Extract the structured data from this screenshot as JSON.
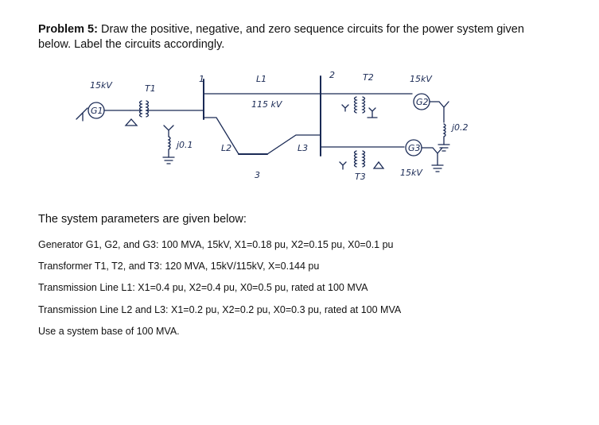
{
  "problem": {
    "label": "Problem 5:",
    "text": " Draw the positive, negative, and zero sequence circuits for the power system given below. Label the circuits accordingly."
  },
  "diagram": {
    "g1_voltage": "15kV",
    "g1_label": "G1",
    "t1_label": "T1",
    "bus1": "1",
    "l1_label": "L1",
    "l1_voltage": "115 kV",
    "bus2": "2",
    "t2_label": "T2",
    "g2_voltage": "15kV",
    "g2_label": "G2",
    "z_g1_ground": "j0.1",
    "l2_label": "L2",
    "l3_label": "L3",
    "bus3": "3",
    "g3_label": "G3",
    "t3_label": "T3",
    "g3_voltage": "15kV",
    "z_g2_ground": "j0.2"
  },
  "params": {
    "title": "The system parameters are given below:",
    "lines": [
      "Generator G1, G2, and G3: 100 MVA, 15kV, X1=0.18 pu, X2=0.15 pu, X0=0.1 pu",
      "Transformer T1, T2, and T3: 120 MVA, 15kV/115kV, X=0.144 pu",
      "Transmission Line L1: X1=0.4 pu, X2=0.4 pu, X0=0.5 pu, rated at 100 MVA",
      "Transmission Line L2 and L3: X1=0.2 pu, X2=0.2 pu, X0=0.3 pu, rated at 100 MVA",
      "Use a system base of 100 MVA."
    ]
  }
}
